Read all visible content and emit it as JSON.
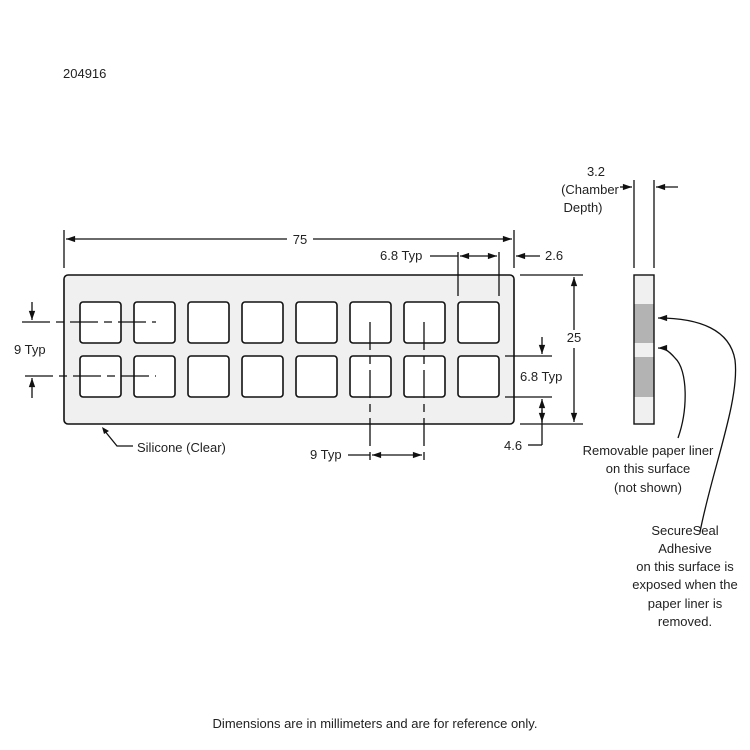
{
  "part_number": "204916",
  "dimensions": {
    "overall_length": "75",
    "well_width_top": "6.8 Typ",
    "edge_offset_right": "2.6",
    "overall_height": "25",
    "well_height_right": "6.8 Typ",
    "edge_offset_bottom": "4.6",
    "row_pitch": "9 Typ",
    "column_pitch": "9 Typ",
    "thickness": "3.2",
    "thickness_label_1": "(Chamber",
    "thickness_label_2": "Depth)"
  },
  "material_label": "Silicone (Clear)",
  "well_grid": {
    "columns": 8,
    "rows": 2
  },
  "liner_note": [
    "Removable paper liner",
    "on this surface",
    "(not shown)"
  ],
  "adhesive_note": [
    "SecureSeal",
    "Adhesive",
    "on this surface is",
    "exposed when the",
    "paper liner is",
    "removed."
  ],
  "footer": "Dimensions are in millimeters and are for reference only.",
  "colors": {
    "plate": "#f0f0f0",
    "adhesive": "#b3b3b3",
    "line": "#111111"
  }
}
